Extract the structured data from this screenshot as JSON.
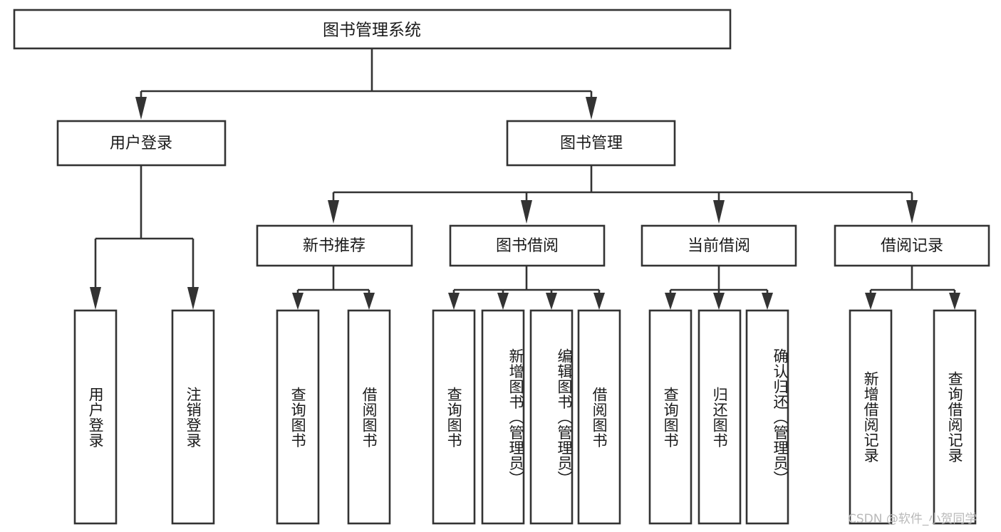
{
  "diagram": {
    "type": "tree",
    "title": "图书管理系统",
    "orientation": "top-down",
    "colors": {
      "stroke": "#333333",
      "fill": "#ffffff",
      "text": "#1a1a1a",
      "watermark": "#b9b9b9"
    },
    "levels": {
      "root": {
        "label": "图书管理系统"
      },
      "level2": [
        {
          "id": "user-login",
          "label": "用户登录"
        },
        {
          "id": "book-management",
          "label": "图书管理"
        }
      ],
      "level3": [
        {
          "id": "new-book-recommend",
          "label": "新书推荐",
          "parent": "book-management"
        },
        {
          "id": "book-borrow",
          "label": "图书借阅",
          "parent": "book-management"
        },
        {
          "id": "current-borrow",
          "label": "当前借阅",
          "parent": "book-management"
        },
        {
          "id": "borrow-record",
          "label": "借阅记录",
          "parent": "book-management"
        }
      ],
      "leaves": [
        {
          "id": "leaf-user-login",
          "label": "用户登录",
          "parent": "user-login"
        },
        {
          "id": "leaf-logout-login",
          "label": "注销登录",
          "parent": "user-login"
        },
        {
          "id": "leaf-query-book-1",
          "label": "查询图书",
          "parent": "new-book-recommend"
        },
        {
          "id": "leaf-borrow-book-1",
          "label": "借阅图书",
          "parent": "new-book-recommend"
        },
        {
          "id": "leaf-query-book-2",
          "label": "查询图书",
          "parent": "book-borrow"
        },
        {
          "id": "leaf-add-book",
          "label": "新增图书（管理员）",
          "parent": "book-borrow"
        },
        {
          "id": "leaf-edit-book",
          "label": "编辑图书（管理员）",
          "parent": "book-borrow"
        },
        {
          "id": "leaf-borrow-book-2",
          "label": "借阅图书",
          "parent": "book-borrow"
        },
        {
          "id": "leaf-query-book-3",
          "label": "查询图书",
          "parent": "current-borrow"
        },
        {
          "id": "leaf-return-book",
          "label": "归还图书",
          "parent": "current-borrow"
        },
        {
          "id": "leaf-confirm-return",
          "label": "确认归还（管理员）",
          "parent": "current-borrow"
        },
        {
          "id": "leaf-add-record",
          "label": "新增借阅记录",
          "parent": "borrow-record"
        },
        {
          "id": "leaf-query-record",
          "label": "查询借阅记录",
          "parent": "borrow-record"
        }
      ]
    },
    "watermark": "CSDN @软件_小贺同学"
  }
}
